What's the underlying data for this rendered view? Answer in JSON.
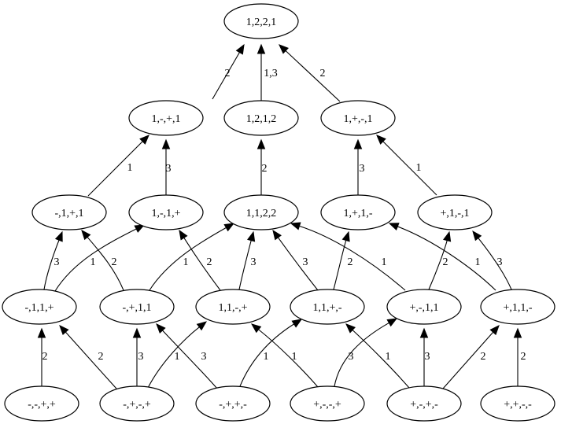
{
  "nodes": [
    {
      "id": "n0",
      "label": "1,2,2,1"
    },
    {
      "id": "n1",
      "label": "1,-,+,1"
    },
    {
      "id": "n2",
      "label": "1,2,1,2"
    },
    {
      "id": "n3",
      "label": "1,+,-,1"
    },
    {
      "id": "n4",
      "label": "-,1,+,1"
    },
    {
      "id": "n5",
      "label": "1,-,1,+"
    },
    {
      "id": "n6",
      "label": "1,1,2,2"
    },
    {
      "id": "n7",
      "label": "1,+,1,-"
    },
    {
      "id": "n8",
      "label": "+,1,-,1"
    },
    {
      "id": "n9",
      "label": "-,1,1,+"
    },
    {
      "id": "n10",
      "label": "-,+,1,1"
    },
    {
      "id": "n11",
      "label": "1,1,-,+"
    },
    {
      "id": "n12",
      "label": "1,1,+,-"
    },
    {
      "id": "n13",
      "label": "+,-,1,1"
    },
    {
      "id": "n14",
      "label": "+,1,1,-"
    },
    {
      "id": "n15",
      "label": "-,-,+,+"
    },
    {
      "id": "n16",
      "label": "-,+,-,+"
    },
    {
      "id": "n17",
      "label": "-,+,+,-"
    },
    {
      "id": "n18",
      "label": "+,-,-,+"
    },
    {
      "id": "n19",
      "label": "+,-,+,-"
    },
    {
      "id": "n20",
      "label": "+,+,-,-"
    }
  ],
  "edges": [
    {
      "from": "n1",
      "to": "n0",
      "label": "2"
    },
    {
      "from": "n2",
      "to": "n0",
      "label": "1,3"
    },
    {
      "from": "n3",
      "to": "n0",
      "label": "2"
    },
    {
      "from": "n4",
      "to": "n1",
      "label": "1"
    },
    {
      "from": "n5",
      "to": "n1",
      "label": "3"
    },
    {
      "from": "n6",
      "to": "n2",
      "label": "2"
    },
    {
      "from": "n7",
      "to": "n3",
      "label": "3"
    },
    {
      "from": "n8",
      "to": "n3",
      "label": "1"
    },
    {
      "from": "n9",
      "to": "n4",
      "label": "3"
    },
    {
      "from": "n9",
      "to": "n5",
      "label": "1"
    },
    {
      "from": "n10",
      "to": "n4",
      "label": "2"
    },
    {
      "from": "n10",
      "to": "n6",
      "label": "1"
    },
    {
      "from": "n11",
      "to": "n5",
      "label": "2"
    },
    {
      "from": "n11",
      "to": "n6",
      "label": "3"
    },
    {
      "from": "n12",
      "to": "n6",
      "label": "3"
    },
    {
      "from": "n12",
      "to": "n7",
      "label": "2"
    },
    {
      "from": "n13",
      "to": "n6",
      "label": "1"
    },
    {
      "from": "n13",
      "to": "n8",
      "label": "2"
    },
    {
      "from": "n14",
      "to": "n7",
      "label": "1"
    },
    {
      "from": "n14",
      "to": "n8",
      "label": "3"
    },
    {
      "from": "n15",
      "to": "n9",
      "label": "2"
    },
    {
      "from": "n16",
      "to": "n9",
      "label": "2"
    },
    {
      "from": "n16",
      "to": "n10",
      "label": "3"
    },
    {
      "from": "n16",
      "to": "n11",
      "label": "1"
    },
    {
      "from": "n17",
      "to": "n10",
      "label": "3"
    },
    {
      "from": "n17",
      "to": "n12",
      "label": "1"
    },
    {
      "from": "n18",
      "to": "n11",
      "label": "1"
    },
    {
      "from": "n18",
      "to": "n13",
      "label": "3"
    },
    {
      "from": "n19",
      "to": "n12",
      "label": "1"
    },
    {
      "from": "n19",
      "to": "n13",
      "label": "3"
    },
    {
      "from": "n19",
      "to": "n14",
      "label": "2"
    },
    {
      "from": "n20",
      "to": "n14",
      "label": "2"
    }
  ]
}
